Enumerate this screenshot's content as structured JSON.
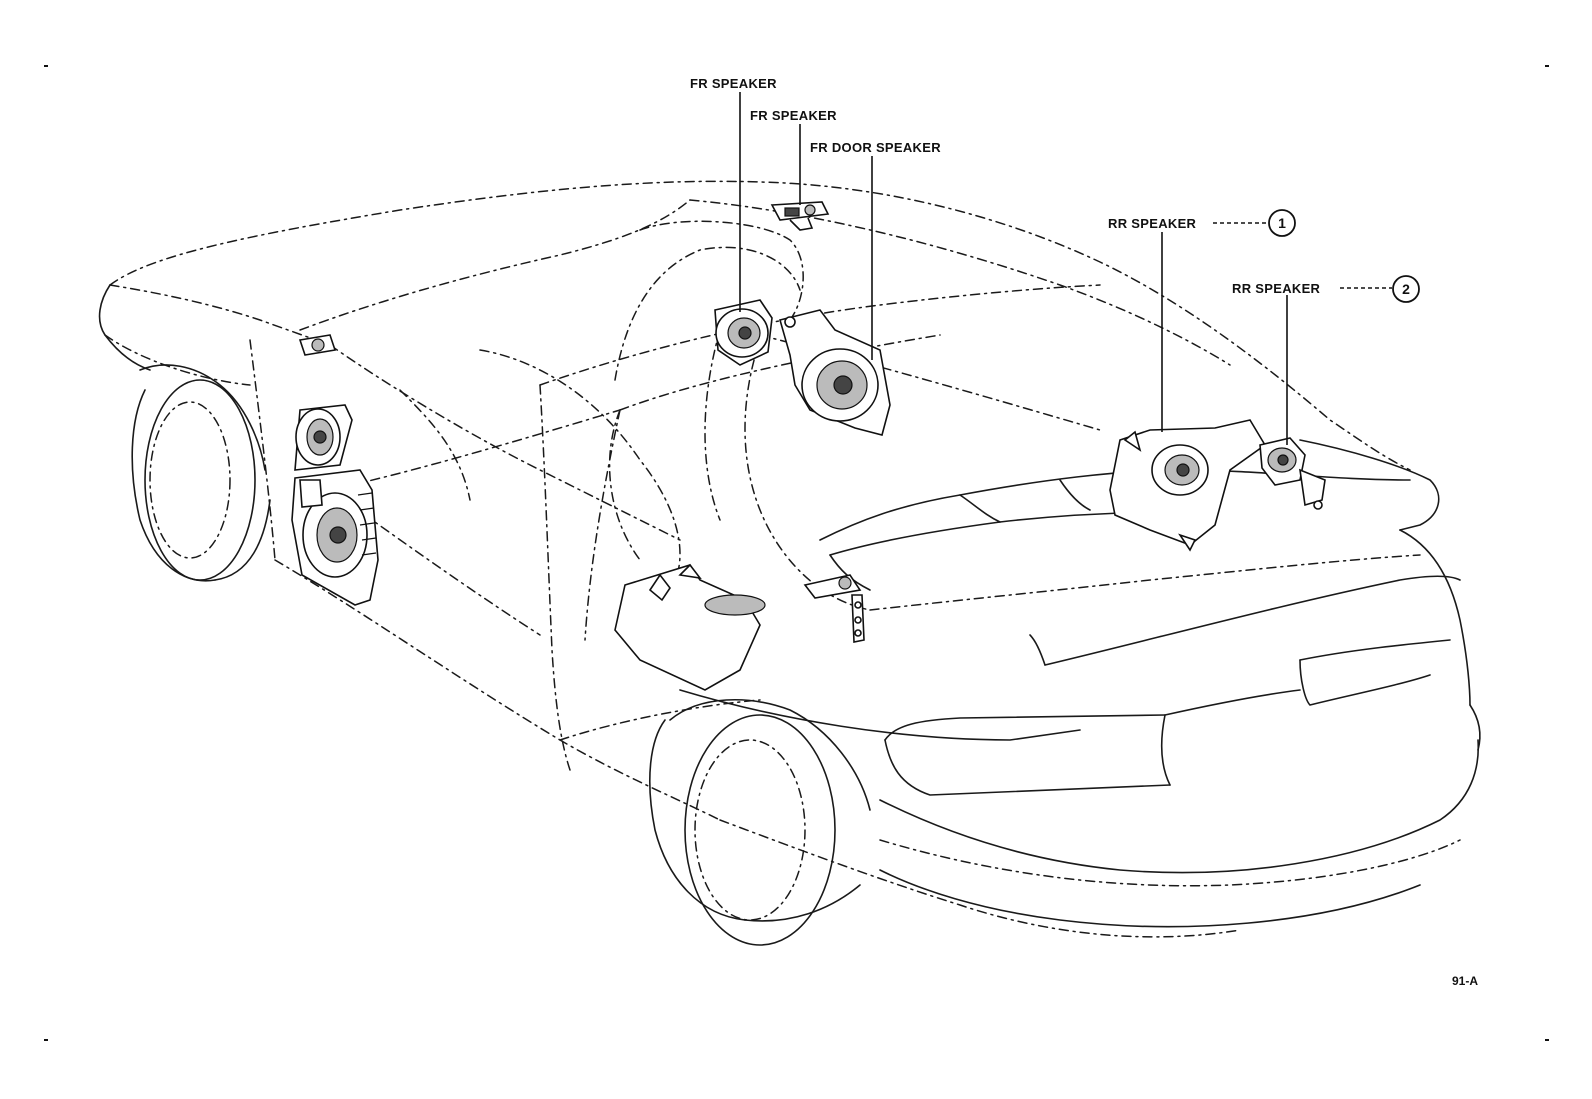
{
  "labels": {
    "fr_speaker_1": "FR SPEAKER",
    "fr_speaker_2": "FR SPEAKER",
    "fr_door_speaker": "FR DOOR SPEAKER",
    "rr_speaker_1": "RR SPEAKER",
    "rr_speaker_2": "RR SPEAKER"
  },
  "callouts": {
    "one": "1",
    "two": "2"
  },
  "reference": "91-A",
  "colors": {
    "ink": "#111111",
    "paper": "#ffffff"
  }
}
